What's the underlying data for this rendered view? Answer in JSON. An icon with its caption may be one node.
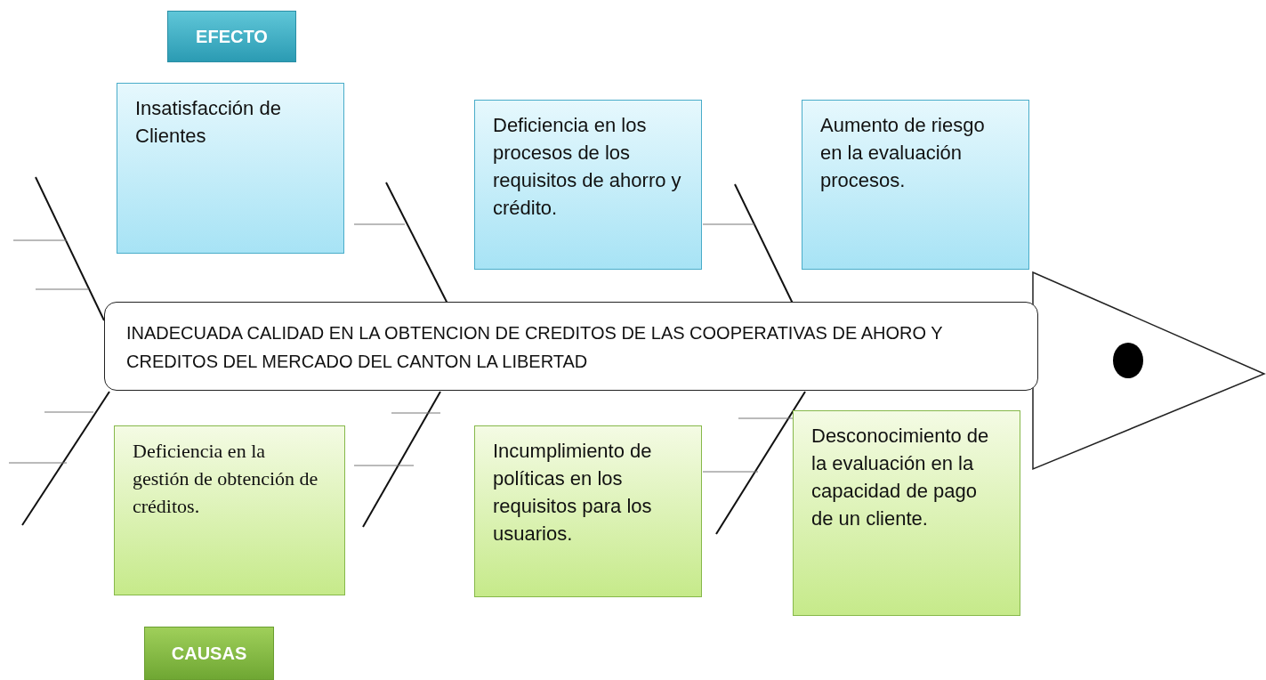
{
  "diagram": {
    "nodes": [
      {
        "text": [
          "EFECTO"
        ]
      },
      {
        "text": [
          "Insatisfacción de Clientes"
        ]
      },
      {
        "text": [
          "Deficiencia en los procesos de los requisitos de ahorro y crédito."
        ]
      },
      {
        "text": [
          "Aumento de riesgo en la evaluación procesos."
        ]
      },
      {
        "text": [
          "INADECUADA CALIDAD EN LA OBTENCION DE CREDITOS DE LAS COOPERATIVAS DE AHORO Y CREDITOS DEL MERCADO DEL CANTON LA LIBERTAD"
        ]
      },
      {
        "text": [
          "Deficiencia en la gestión de obtención de créditos."
        ]
      },
      {
        "text": [
          "Incumplimiento de políticas en los requisitos para los usuarios."
        ]
      },
      {
        "text": [
          "Desconocimiento de la evaluación en la capacidad de pago de un cliente."
        ]
      },
      {
        "text": [
          "CAUSAS"
        ]
      }
    ]
  }
}
